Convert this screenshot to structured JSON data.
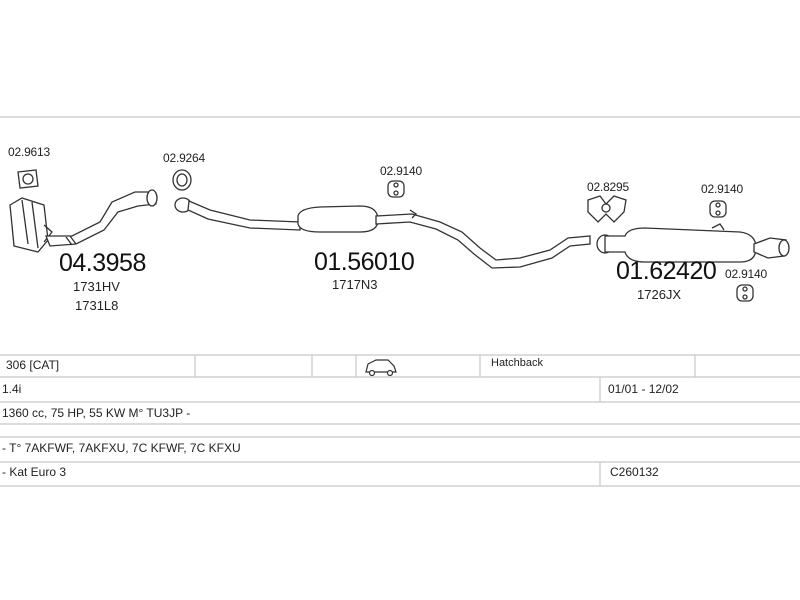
{
  "parts": {
    "clamp_a": "02.9613",
    "clamp_b": "02.9264",
    "hanger_a": "02.9140",
    "clamp_c": "02.8295",
    "hanger_b": "02.9140",
    "hanger_c": "02.9140",
    "front_section": {
      "number": "04.3958",
      "refs": [
        "1731HV",
        "1731L8"
      ]
    },
    "middle_section": {
      "number": "01.56010",
      "ref": "1717N3"
    },
    "rear_section": {
      "number": "01.62420",
      "ref": "1726JX"
    }
  },
  "vehicle": {
    "model": "306  [CAT]",
    "body": "Hatchback",
    "engine": "1.4i",
    "period": "01/01 - 12/02",
    "specs": "1360 cc, 75 HP, 55 KW M° TU3JP -",
    "type_codes": "- T° 7AKFWF, 7AKFXU, 7C KFWF, 7C KFXU",
    "emission": "- Kat Euro 3",
    "catalogue": "C260132"
  }
}
